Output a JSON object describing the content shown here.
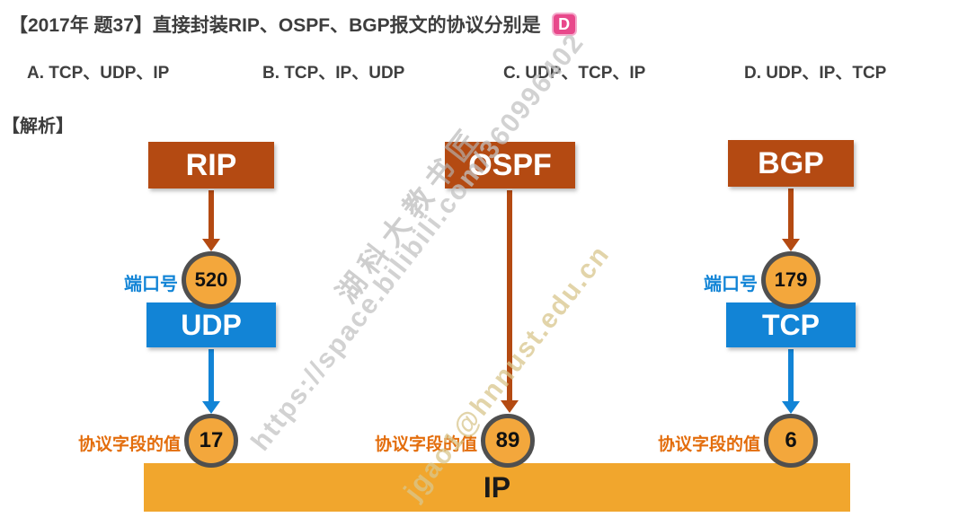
{
  "question": {
    "title": "【2017年 题37】直接封装RIP、OSPF、BGP报文的协议分别是",
    "answer_badge": "D",
    "options": [
      "A. TCP、UDP、IP",
      "B. TCP、IP、UDP",
      "C. UDP、TCP、IP",
      "D. UDP、IP、TCP"
    ],
    "analysis_label": "【解析】"
  },
  "diagram": {
    "columns": [
      {
        "protocol": "RIP",
        "port_label": "端口号",
        "port": "520",
        "transport": "UDP",
        "field_label": "协议字段的值",
        "field_value": "17"
      },
      {
        "protocol": "OSPF",
        "field_label": "协议字段的值",
        "field_value": "89"
      },
      {
        "protocol": "BGP",
        "port_label": "端口号",
        "port": "179",
        "transport": "TCP",
        "field_label": "协议字段的值",
        "field_value": "6"
      }
    ],
    "ip_label": "IP"
  },
  "watermarks": {
    "brand": "湖科大教书匠",
    "url": "https://space.bilibili.com/360996402",
    "email": "jgao1@hnnust.edu.cn"
  },
  "colors": {
    "protocol_box": "#b44a12",
    "transport_box": "#1284d6",
    "circle_fill": "#f3a73c",
    "circle_border": "#4f4f4f",
    "ip_bar": "#f1a62d",
    "answer_badge": "#e8488b",
    "port_label_text": "#1284d6",
    "field_label_text": "#e36d0c"
  }
}
